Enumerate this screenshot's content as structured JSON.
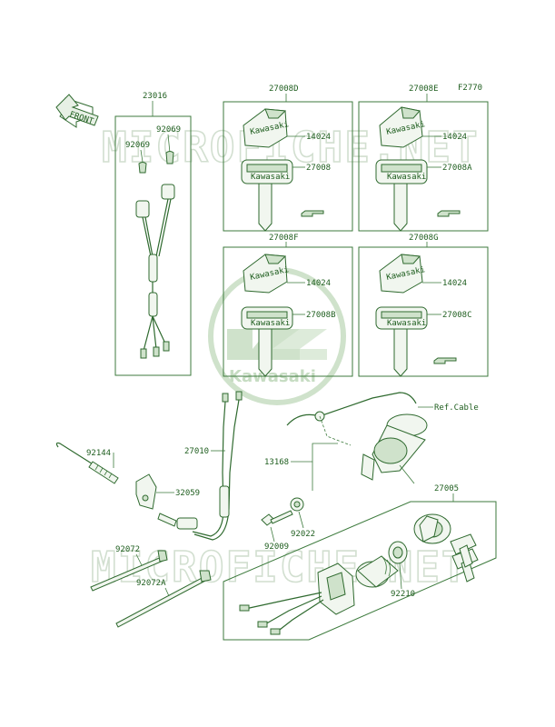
{
  "figure_code": "F2770",
  "front_label": "FRONT",
  "watermark": {
    "text": "MICROFICHE.NET",
    "logo_text": "Kawasaki"
  },
  "labels": {
    "p23016": "23016",
    "p92069a": "92069",
    "p92069b": "92069",
    "p27008D": "27008D",
    "p27008E": "27008E",
    "p27008F": "27008F",
    "p27008G": "27008G",
    "p14024_d": "14024",
    "p14024_e": "14024",
    "p14024_f": "14024",
    "p14024_g": "14024",
    "p27008": "27008",
    "p27008A": "27008A",
    "p27008B": "27008B",
    "p27008C": "27008C",
    "ref_cable": "Ref.Cable",
    "p92144": "92144",
    "p27010": "27010",
    "p32059": "32059",
    "p13168": "13168",
    "p92022": "92022",
    "p92009": "92009",
    "p92072": "92072",
    "p92072A": "92072A",
    "p27005": "27005",
    "p92210": "92210"
  },
  "key_brand_text": "Kawasaki"
}
